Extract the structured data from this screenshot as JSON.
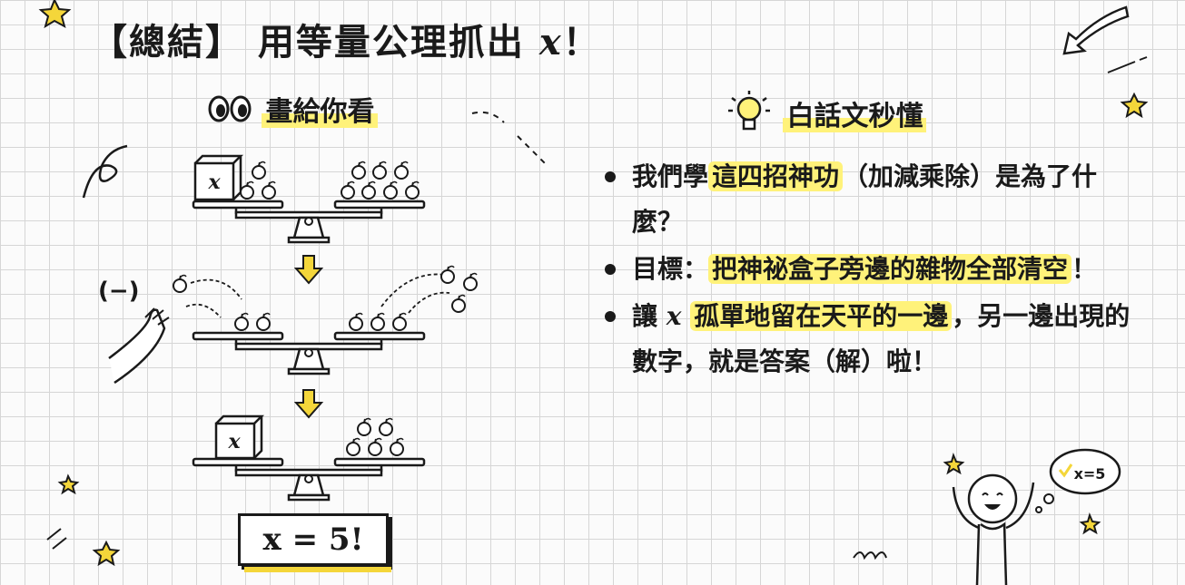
{
  "title": {
    "prefix": "【總結】 用等量公理抓出 ",
    "var": "x",
    "suffix": "！"
  },
  "left_header": {
    "icon": "eyes-icon",
    "label": "畫給你看"
  },
  "right_header": {
    "icon": "lightbulb-icon",
    "label": "白話文秒懂"
  },
  "diagram": {
    "minus_label": "(−)",
    "box_label": "x",
    "answer": "x = 5!"
  },
  "bullets": [
    {
      "parts": [
        {
          "t": "我們學"
        },
        {
          "t": "這四招神功",
          "hl": true
        },
        {
          "t": "（加減乘除）是為了什麼？"
        }
      ]
    },
    {
      "parts": [
        {
          "t": "目標："
        },
        {
          "t": "把神祕盒子旁邊的雜物全部清空",
          "hl": true
        },
        {
          "t": "！"
        }
      ]
    },
    {
      "parts": [
        {
          "t": "讓 "
        },
        {
          "t": "x",
          "italic": true
        },
        {
          "t": " "
        },
        {
          "t": "孤單地留在天平的一邊",
          "hl": true
        },
        {
          "t": "，另一邊出現的數字，就是答案（解）啦！"
        }
      ]
    }
  ],
  "thought_bubble": "x=5",
  "colors": {
    "highlight": "#fff27a",
    "arrow": "#f4d63a",
    "grid": "#d6d6d6",
    "star": "#f4d63a"
  }
}
